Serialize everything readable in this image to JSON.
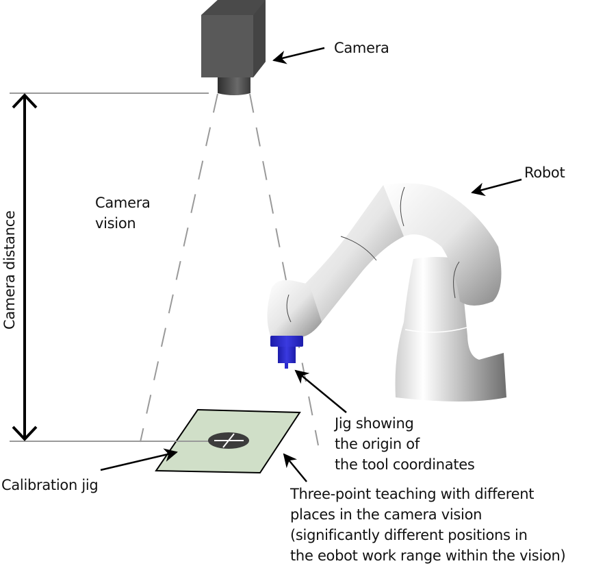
{
  "diagram": {
    "title": "Camera calibration setup with robot",
    "labels": {
      "camera": "Camera",
      "robot": "Robot",
      "camera_vision": [
        "Camera",
        "vision"
      ],
      "camera_distance": "Camera distance",
      "calibration_jig": "Calibration jig",
      "tool_jig": [
        "Jig showing",
        "the origin of",
        "the tool coordinates"
      ],
      "three_point": [
        "Three-point teaching with different",
        "places in the camera vision",
        "(significantly different positions in",
        "the eobot work range within the vision)"
      ]
    },
    "colors": {
      "camera_body": "#555555",
      "camera_lens": "#4a4a4a",
      "guide_line": "#999999",
      "vision_cone": "#999999",
      "jig_plate": "#d0dfc8",
      "jig_target": "#3c3c3c",
      "tool_flange": "#2a2acc",
      "robot_body": "#e8e8e8",
      "arrow": "#000000"
    },
    "icons": {
      "camera": "camera-box-icon",
      "robot": "robot-arm-icon",
      "jig": "calibration-plate-icon",
      "dimension": "double-arrow-icon"
    }
  }
}
